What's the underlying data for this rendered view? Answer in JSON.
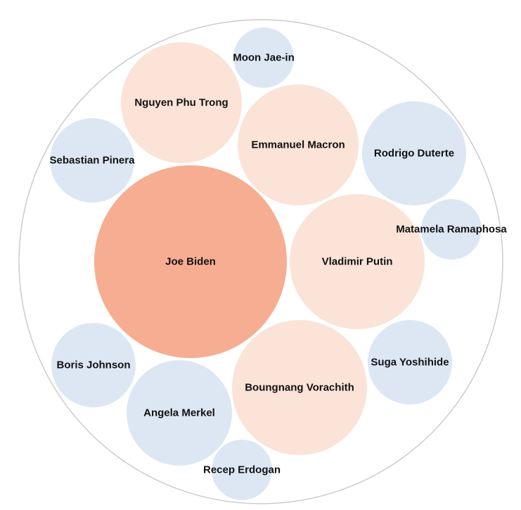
{
  "chart_data": {
    "type": "bubble",
    "title": "",
    "colors": {
      "outer_fill": "#ffffff",
      "outer_stroke": "#cccccc",
      "dark": "#f7ad92",
      "light": "#fbe3d8",
      "blue": "#dde7f4"
    },
    "bubbles": [
      {
        "name": "Joe Biden",
        "tone": "dark"
      },
      {
        "name": "Vladimir Putin",
        "tone": "light"
      },
      {
        "name": "Boungnang Vorachith",
        "tone": "light"
      },
      {
        "name": "Emmanuel Macron",
        "tone": "light"
      },
      {
        "name": "Nguyen Phu Trong",
        "tone": "light"
      },
      {
        "name": "Rodrigo Duterte",
        "tone": "blue"
      },
      {
        "name": "Angela Merkel",
        "tone": "blue"
      },
      {
        "name": "Boris Johnson",
        "tone": "blue"
      },
      {
        "name": "Sebastian Pinera",
        "tone": "blue"
      },
      {
        "name": "Suga Yoshihide",
        "tone": "blue"
      },
      {
        "name": "Moon Jae-in",
        "tone": "blue"
      },
      {
        "name": "Matamela Ramaphosa",
        "tone": "blue"
      },
      {
        "name": "Recep Erdogan",
        "tone": "blue"
      }
    ]
  }
}
